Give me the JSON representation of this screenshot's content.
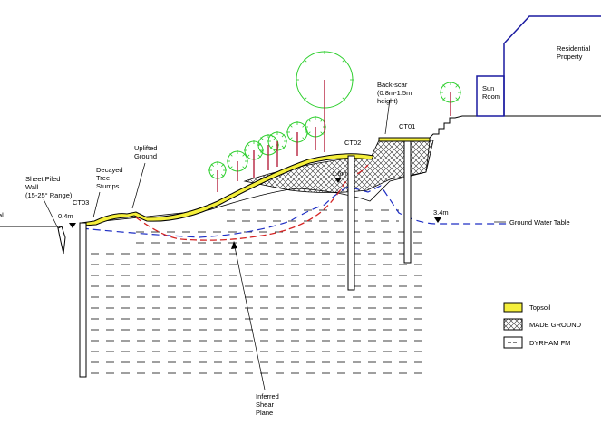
{
  "labels": {
    "residential_property": [
      "Residential",
      "Property"
    ],
    "sun_room": [
      "Sun",
      "Room"
    ],
    "back_scar": [
      "Back-scar",
      "(0.8m-1.5m",
      "height)"
    ],
    "uplifted_ground": [
      "Uplifted",
      "Ground"
    ],
    "decayed_tree_stumps": [
      "Decayed",
      "Tree",
      "Stumps"
    ],
    "sheet_piled_wall": [
      "Sheet Piled",
      "Wall",
      "(15-25° Range)"
    ],
    "inferred_shear_plane": [
      "Inferred",
      "Shear",
      "Plane"
    ],
    "ground_water_table": "Ground Water Table",
    "left_edge_fragment": "al"
  },
  "boreholes": [
    {
      "id": "CT03",
      "depth_label": "0.4m"
    },
    {
      "id": "CT02",
      "depth_label": "1.6m"
    },
    {
      "id": "CT01",
      "depth_label": "3.4m"
    }
  ],
  "legend": [
    {
      "label": "Topsoil",
      "pattern": "topsoil"
    },
    {
      "label": "MADE GROUND",
      "pattern": "made-ground"
    },
    {
      "label": "DYRHAM FM",
      "pattern": "dyrham"
    }
  ],
  "colors": {
    "topsoil": "#f5ef3c",
    "water_table": "#1f2fc4",
    "shear_plane": "#d42424",
    "property": "#1a1aa0",
    "tree": "#2fcf2f",
    "trunk": "#b01030"
  }
}
